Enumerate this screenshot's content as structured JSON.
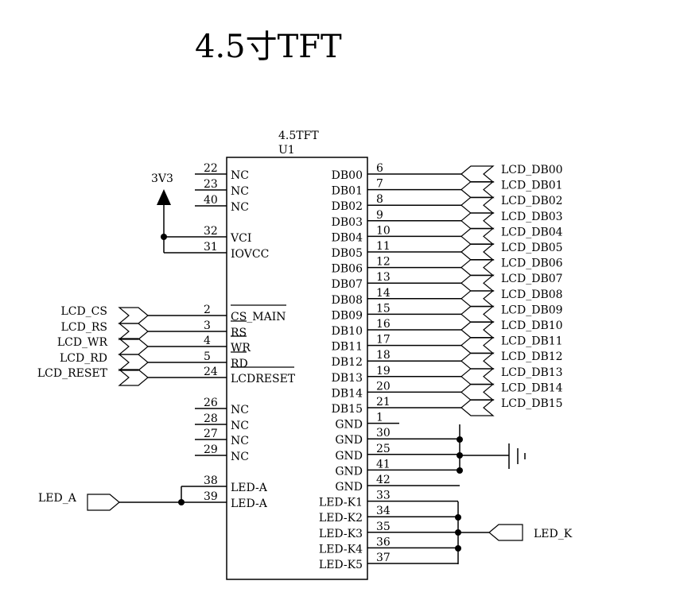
{
  "title": "4.5寸TFT",
  "component": {
    "value": "4.5TFT",
    "ref": "U1"
  },
  "power": {
    "label": "3V3"
  },
  "left_pins": [
    {
      "num": "22",
      "name": "NC"
    },
    {
      "num": "23",
      "name": "NC"
    },
    {
      "num": "40",
      "name": "NC"
    },
    {
      "num": "32",
      "name": "VCI"
    },
    {
      "num": "31",
      "name": "IOVCC"
    },
    {
      "num": "2",
      "name": "CS_MAIN"
    },
    {
      "num": "3",
      "name": "RS"
    },
    {
      "num": "4",
      "name": "WR"
    },
    {
      "num": "5",
      "name": "RD"
    },
    {
      "num": "24",
      "name": "LCDRESET"
    },
    {
      "num": "26",
      "name": "NC"
    },
    {
      "num": "28",
      "name": "NC"
    },
    {
      "num": "27",
      "name": "NC"
    },
    {
      "num": "29",
      "name": "NC"
    },
    {
      "num": "38",
      "name": "LED-A"
    },
    {
      "num": "39",
      "name": "LED-A"
    }
  ],
  "right_pins": [
    {
      "num": "6",
      "name": "DB00"
    },
    {
      "num": "7",
      "name": "DB01"
    },
    {
      "num": "8",
      "name": "DB02"
    },
    {
      "num": "9",
      "name": "DB03"
    },
    {
      "num": "10",
      "name": "DB04"
    },
    {
      "num": "11",
      "name": "DB05"
    },
    {
      "num": "12",
      "name": "DB06"
    },
    {
      "num": "13",
      "name": "DB07"
    },
    {
      "num": "14",
      "name": "DB08"
    },
    {
      "num": "15",
      "name": "DB09"
    },
    {
      "num": "16",
      "name": "DB10"
    },
    {
      "num": "17",
      "name": "DB11"
    },
    {
      "num": "18",
      "name": "DB12"
    },
    {
      "num": "19",
      "name": "DB13"
    },
    {
      "num": "20",
      "name": "DB14"
    },
    {
      "num": "21",
      "name": "DB15"
    },
    {
      "num": "1",
      "name": "GND"
    },
    {
      "num": "30",
      "name": "GND"
    },
    {
      "num": "25",
      "name": "GND"
    },
    {
      "num": "41",
      "name": "GND"
    },
    {
      "num": "42",
      "name": "GND"
    },
    {
      "num": "33",
      "name": "LED-K1"
    },
    {
      "num": "34",
      "name": "LED-K2"
    },
    {
      "num": "35",
      "name": "LED-K3"
    },
    {
      "num": "36",
      "name": "LED-K4"
    },
    {
      "num": "37",
      "name": "LED-K5"
    }
  ],
  "left_nets": [
    "LCD_CS",
    "LCD_RS",
    "LCD_WR",
    "LCD_RD",
    "LCD_RESET"
  ],
  "right_nets": [
    "LCD_DB00",
    "LCD_DB01",
    "LCD_DB02",
    "LCD_DB03",
    "LCD_DB04",
    "LCD_DB05",
    "LCD_DB06",
    "LCD_DB07",
    "LCD_DB08",
    "LCD_DB09",
    "LCD_DB10",
    "LCD_DB11",
    "LCD_DB12",
    "LCD_DB13",
    "LCD_DB14",
    "LCD_DB15"
  ],
  "led_a_net": "LED_A",
  "led_k_net": "LED_K"
}
